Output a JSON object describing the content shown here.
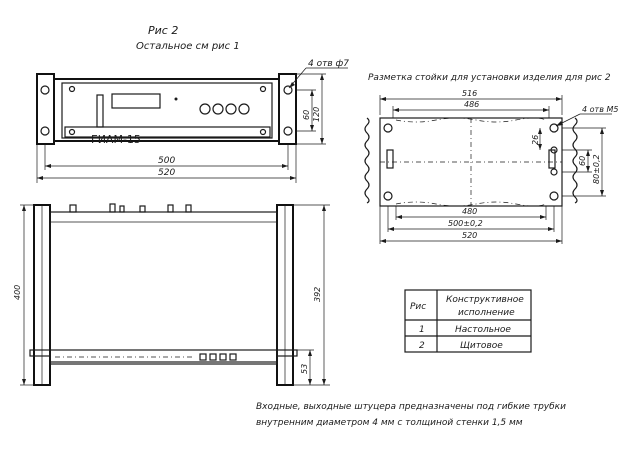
{
  "header": {
    "figure_title": "Рис 2",
    "figure_subtitle": "Остальное см рис 1"
  },
  "front_view": {
    "device_label": "ГИАМ-15",
    "hole_note": "4 отв ф7",
    "dim_height_inner": "60",
    "dim_height_outer": "120",
    "dim_width_inner": "500",
    "dim_width_outer": "520"
  },
  "side_view": {
    "dim_depth": "400",
    "dim_body": "392",
    "dim_bottom": "53"
  },
  "rack_layout": {
    "title": "Разметка стойки для установки изделия для рис 2",
    "dim_516": "516",
    "dim_486": "486",
    "hole_note": "4 отв М5",
    "dim_26": "26",
    "dim_60": "60",
    "dim_80": "80±0,2",
    "dim_480": "480",
    "dim_500": "500±0,2",
    "dim_520": "520"
  },
  "table": {
    "headers": [
      "Рис",
      "Конструктивное исполнение"
    ],
    "rows": [
      [
        "1",
        "Настольное"
      ],
      [
        "2",
        "Щитовое"
      ]
    ]
  },
  "footnote": {
    "line1": "Входные, выходные штуцера предназначены под гибкие трубки",
    "line2": "внутренним диаметром 4 мм с толщиной стенки 1,5 мм"
  }
}
